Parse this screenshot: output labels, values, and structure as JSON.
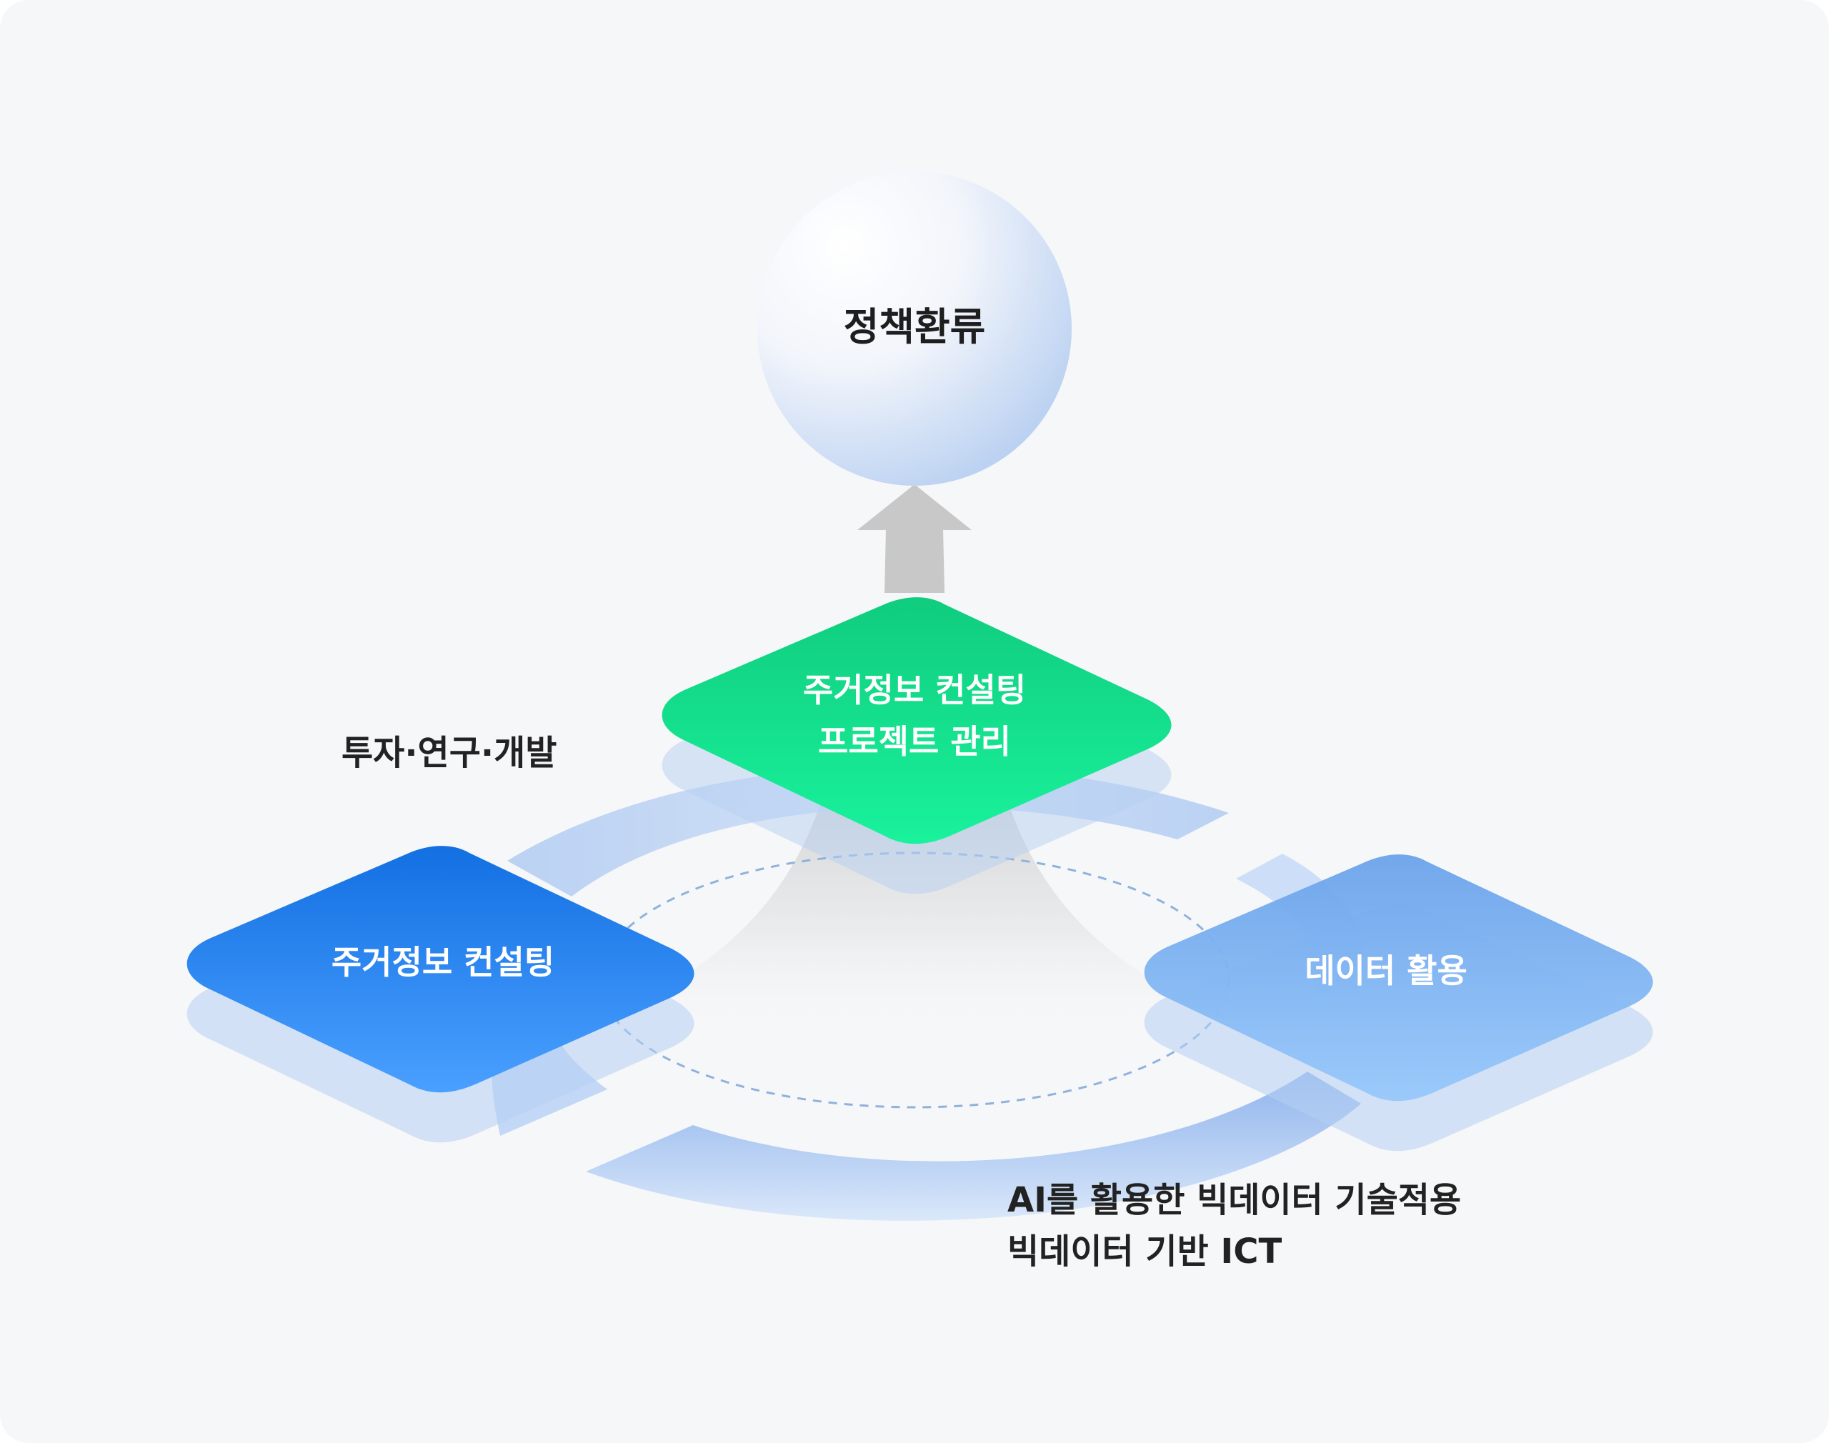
{
  "goal": {
    "label": "정책환류"
  },
  "nodes": {
    "top": {
      "line1": "주거정보 컨설팅",
      "line2": "프로젝트 관리",
      "color_top": "#10cc7e",
      "color_bottom": "#19f29c"
    },
    "left": {
      "label": "주거정보 컨설팅",
      "color_top": "#1370e2",
      "color_bottom": "#4aa0ff"
    },
    "right": {
      "label": "데이터 활용",
      "color_top": "#6ba3ea",
      "color_bottom": "#98c8fb"
    }
  },
  "annotations": {
    "research": "투자·연구·개발",
    "tech_line1": "AI를 활용한 빅데이터 기술적용",
    "tech_line2": "빅데이터 기반 ICT"
  },
  "colors": {
    "background": "#f6f7f9",
    "text_dark": "#222222",
    "text_light": "#ffffff",
    "arrow": "#c8c8c8",
    "ring": "#b4cff4",
    "dashed": "#8fb2dc"
  }
}
